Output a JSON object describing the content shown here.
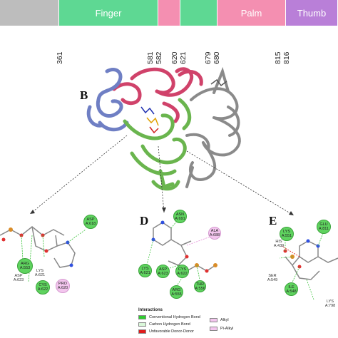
{
  "domain_bar": {
    "segments": [
      {
        "label": "",
        "color": "#bdbdbd"
      },
      {
        "label": "Finger",
        "color": "#5ed893"
      },
      {
        "label": "",
        "color": "#f48fb1"
      },
      {
        "label": "",
        "color": "#5ed893"
      },
      {
        "label": "Palm",
        "color": "#f48fb1"
      },
      {
        "label": "Thumb",
        "color": "#b97fd8"
      }
    ],
    "positions": [
      "361",
      "581",
      "582",
      "620",
      "621",
      "679",
      "680",
      "815",
      "816"
    ]
  },
  "panels": {
    "b": "B",
    "d": "D",
    "e": "E"
  },
  "panel_c_residues": {
    "asp618": [
      "ASP",
      "A:618"
    ],
    "arg553": [
      "ARG",
      "A:553"
    ],
    "asp623": [
      "ASP",
      "A:623"
    ],
    "lys621": [
      "LYS",
      "A:621"
    ],
    "cys622": [
      "CYS",
      "A:622"
    ],
    "pro620": [
      "PRO",
      "A:620"
    ]
  },
  "panel_d_residues": {
    "asn691": [
      "ASN",
      "A:691"
    ],
    "ala688": [
      "ALA",
      "A:688"
    ],
    "lys621": [
      "LYS",
      "A:621"
    ],
    "asp623": [
      "ASP",
      "A:623"
    ],
    "cys622": [
      "CYS",
      "A:622"
    ],
    "arg555": [
      "ARG",
      "A:555"
    ],
    "thr556": [
      "THR",
      "A:556"
    ]
  },
  "panel_e_residues": {
    "lys551": [
      "LYS",
      "A:551"
    ],
    "glu811": [
      "GLU",
      "A:811"
    ],
    "his439": [
      "HIS",
      "A:439"
    ],
    "ile548": [
      "ILE",
      "A:548"
    ],
    "ser549": [
      "SER",
      "A:549"
    ],
    "lys798": [
      "LYS",
      "A:798"
    ]
  },
  "legend": {
    "title": "Interactions",
    "items": [
      {
        "label": "Conventional Hydrogen Bond",
        "color": "#2ecc2e"
      },
      {
        "label": "Carbon Hydrogen Bond",
        "color": "#d9f7d9"
      },
      {
        "label": "Unfavorable Donor-Donor",
        "color": "#e01b1b"
      },
      {
        "label": "Alkyl",
        "color": "#f3c6ee"
      },
      {
        "label": "Pi-Alkyl",
        "color": "#f3c6ee"
      }
    ]
  }
}
